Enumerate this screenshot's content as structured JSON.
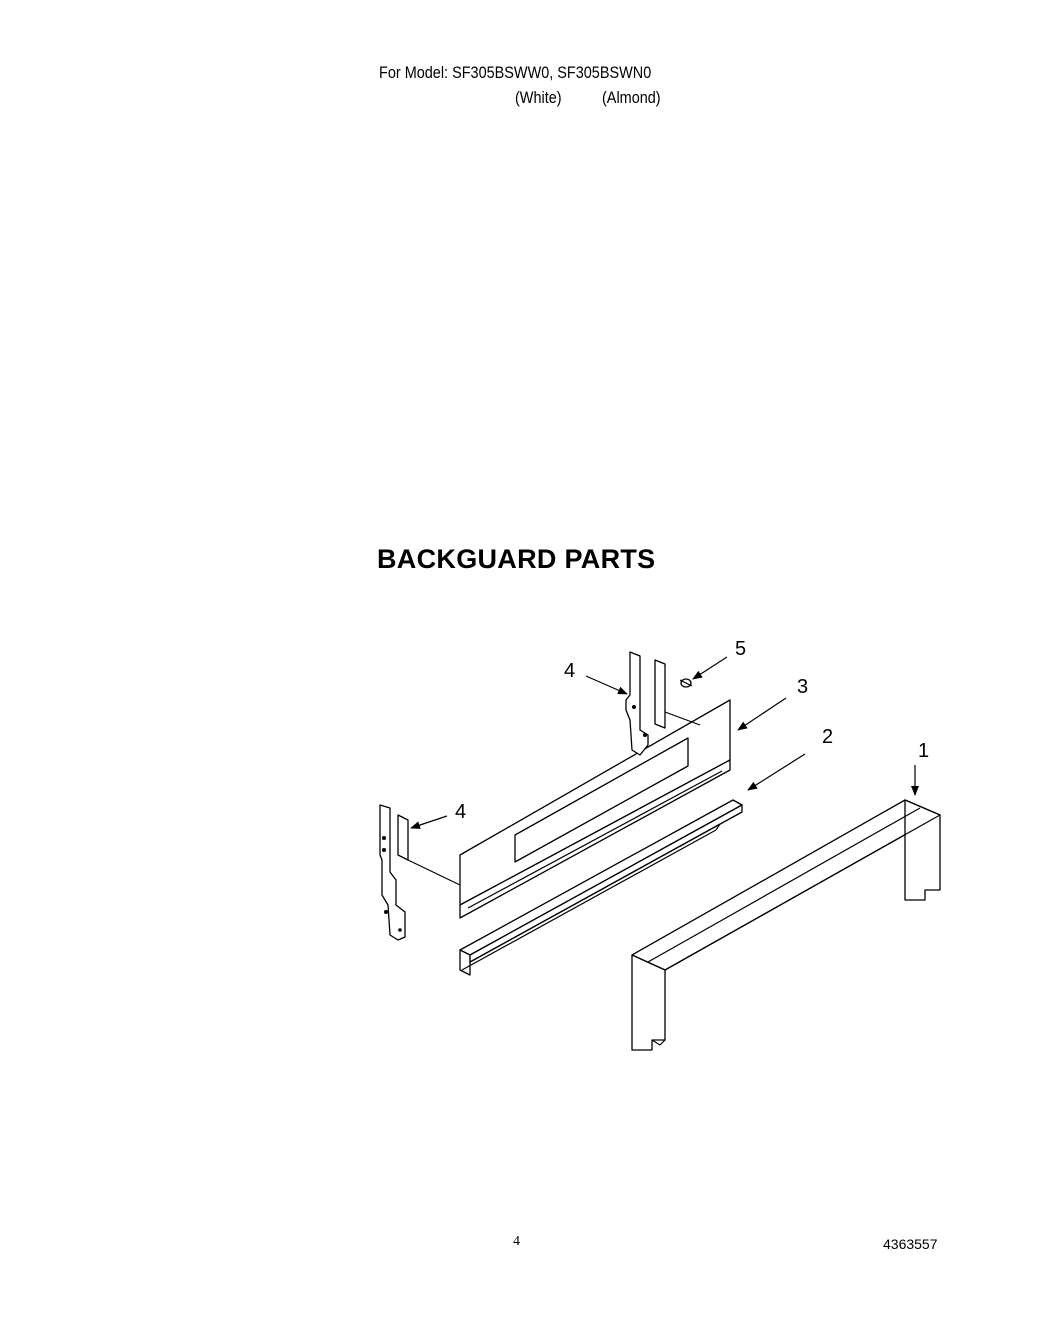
{
  "header": {
    "model_line": "For Model: SF305BSWW0, SF305BSWN0",
    "color_white": "(White)",
    "color_almond": "(Almond)"
  },
  "title": "BACKGUARD PARTS",
  "callouts": [
    {
      "id": "callout-1",
      "label": "1"
    },
    {
      "id": "callout-2",
      "label": "2"
    },
    {
      "id": "callout-3",
      "label": "3"
    },
    {
      "id": "callout-4-upper",
      "label": "4"
    },
    {
      "id": "callout-4-lower",
      "label": "4"
    },
    {
      "id": "callout-5",
      "label": "5"
    }
  ],
  "footer": {
    "page_number": "4",
    "document_number": "4363557"
  }
}
